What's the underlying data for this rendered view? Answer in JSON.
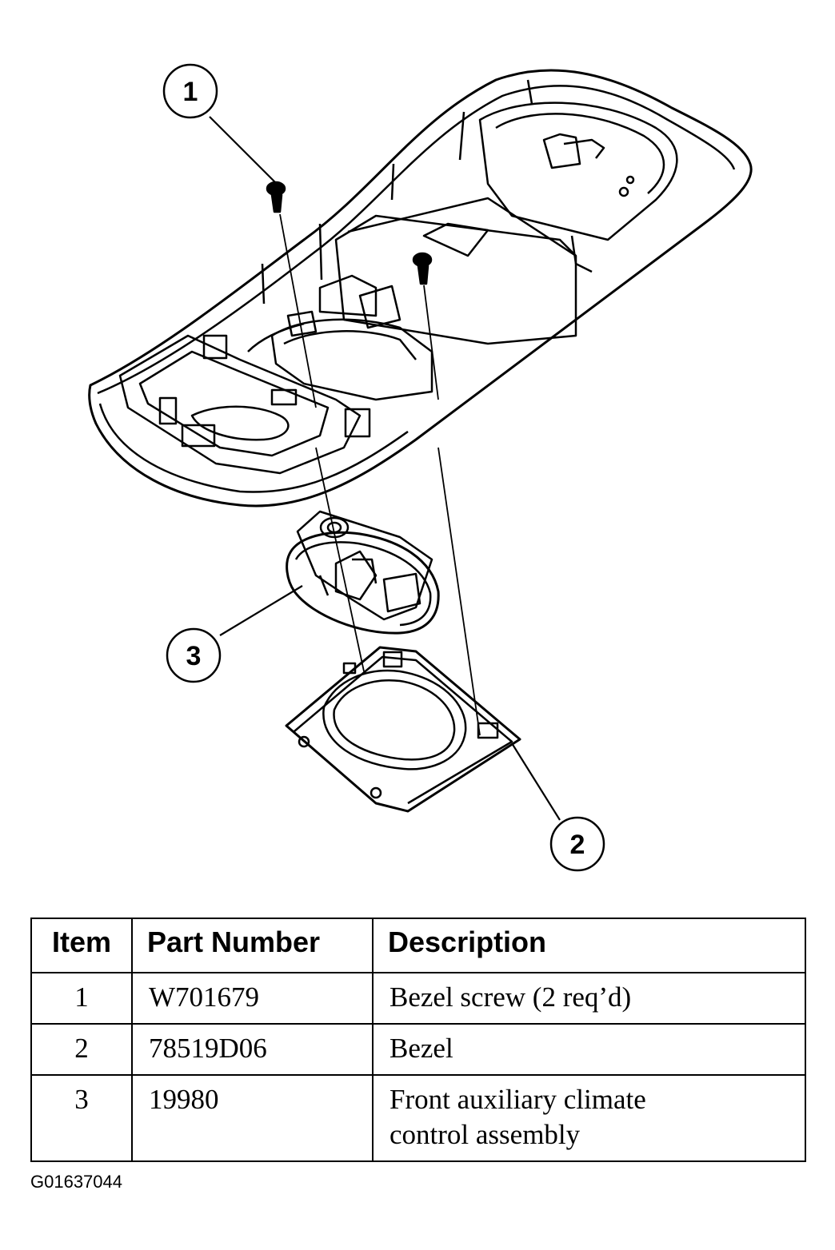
{
  "callouts": [
    {
      "label": "1"
    },
    {
      "label": "2"
    },
    {
      "label": "3"
    }
  ],
  "table": {
    "headers": {
      "item": "Item",
      "part_number": "Part Number",
      "description": "Description"
    },
    "rows": [
      {
        "item": "1",
        "part_number": "W701679",
        "description": "Bezel screw (2 req’d)"
      },
      {
        "item": "2",
        "part_number": "78519D06",
        "description": "Bezel"
      },
      {
        "item": "3",
        "part_number": "19980",
        "description": "Front auxiliary climate control assembly"
      }
    ]
  },
  "figure_id": "G01637044"
}
